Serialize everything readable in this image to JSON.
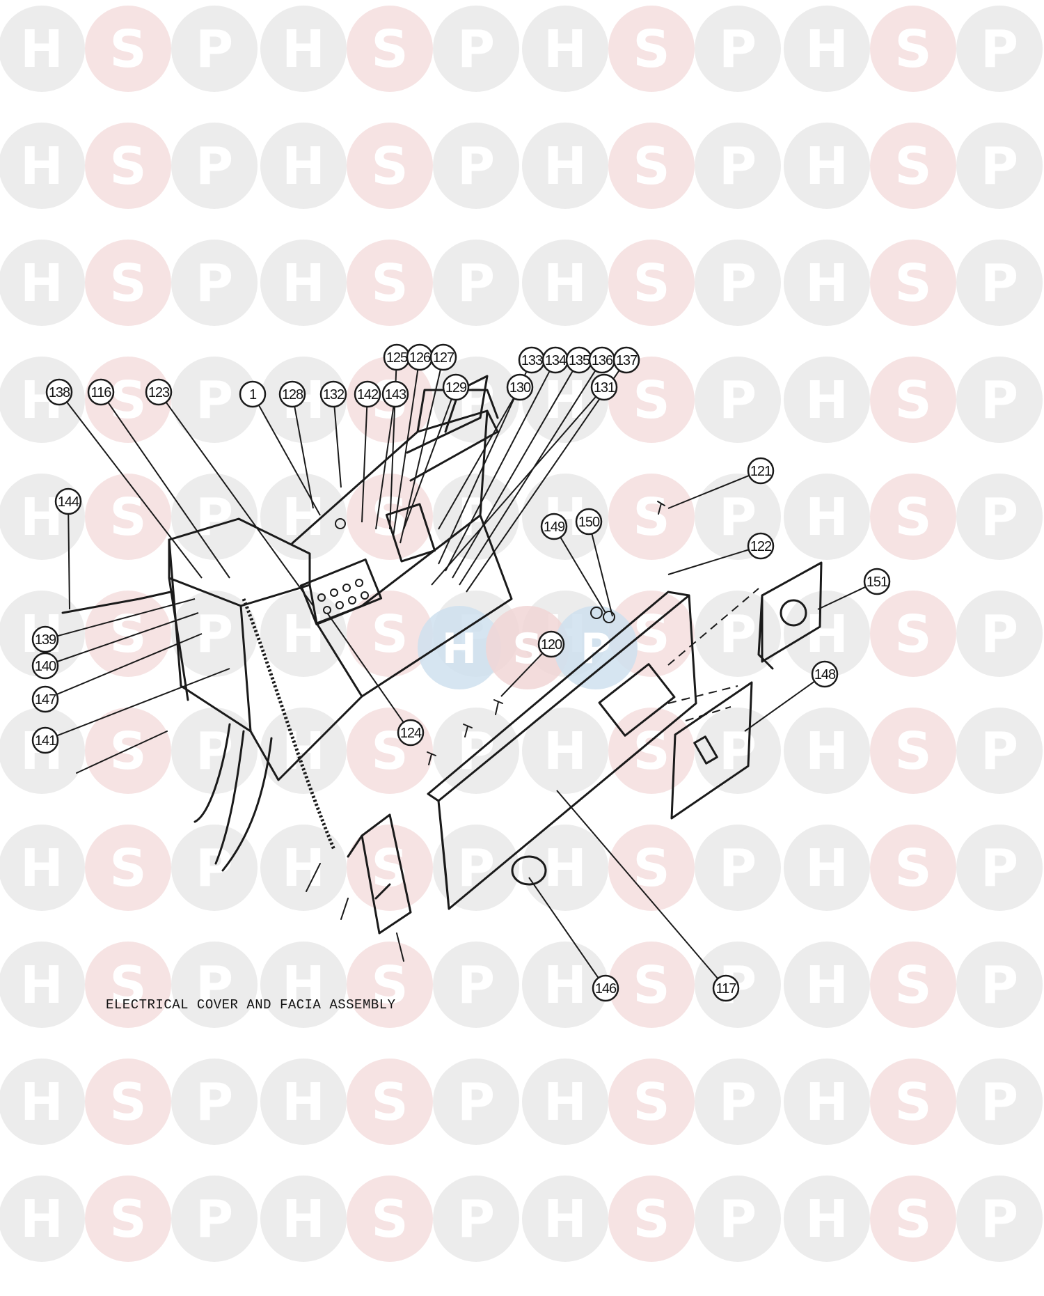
{
  "watermark": {
    "letters": [
      "H",
      "S",
      "P"
    ],
    "colors": {
      "circle_neutral": "#ececec",
      "circle_accent": "#f6e3e3",
      "letter_neutral": "#ffffff",
      "letter_accent": "#ffffff"
    },
    "center_logo": {
      "letters": [
        "H",
        "S",
        "P"
      ],
      "colors": [
        "#cfe0ee",
        "#f1d6d6",
        "#cfe0ee"
      ]
    }
  },
  "diagram": {
    "caption": "ELECTRICAL COVER AND FACIA ASSEMBLY",
    "line_color": "#1a1a1a",
    "callouts": [
      {
        "label": "125"
      },
      {
        "label": "126"
      },
      {
        "label": "127"
      },
      {
        "label": "133"
      },
      {
        "label": "134"
      },
      {
        "label": "135"
      },
      {
        "label": "136"
      },
      {
        "label": "137"
      },
      {
        "label": "138"
      },
      {
        "label": "116"
      },
      {
        "label": "123"
      },
      {
        "label": "1"
      },
      {
        "label": "128"
      },
      {
        "label": "132"
      },
      {
        "label": "142"
      },
      {
        "label": "143"
      },
      {
        "label": "129"
      },
      {
        "label": "130"
      },
      {
        "label": "131"
      },
      {
        "label": "121"
      },
      {
        "label": "144"
      },
      {
        "label": "149"
      },
      {
        "label": "150"
      },
      {
        "label": "122"
      },
      {
        "label": "151"
      },
      {
        "label": "139"
      },
      {
        "label": "140"
      },
      {
        "label": "147"
      },
      {
        "label": "141"
      },
      {
        "label": "120"
      },
      {
        "label": "124"
      },
      {
        "label": "148"
      },
      {
        "label": "146"
      },
      {
        "label": "117"
      }
    ]
  }
}
